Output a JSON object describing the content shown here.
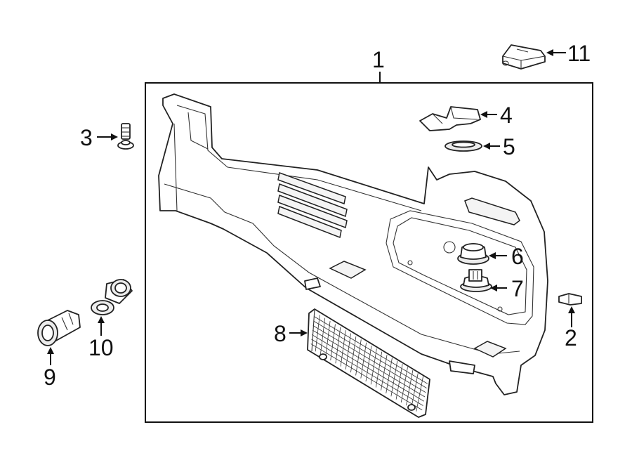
{
  "diagram": {
    "callouts": {
      "c1": "1",
      "c2": "2",
      "c3": "3",
      "c4": "4",
      "c5": "5",
      "c6": "6",
      "c7": "7",
      "c8": "8",
      "c9": "9",
      "c10": "10",
      "c11": "11"
    }
  },
  "colors": {
    "line": "#111111",
    "fill": "#ffffff",
    "shade": "#ececec"
  }
}
